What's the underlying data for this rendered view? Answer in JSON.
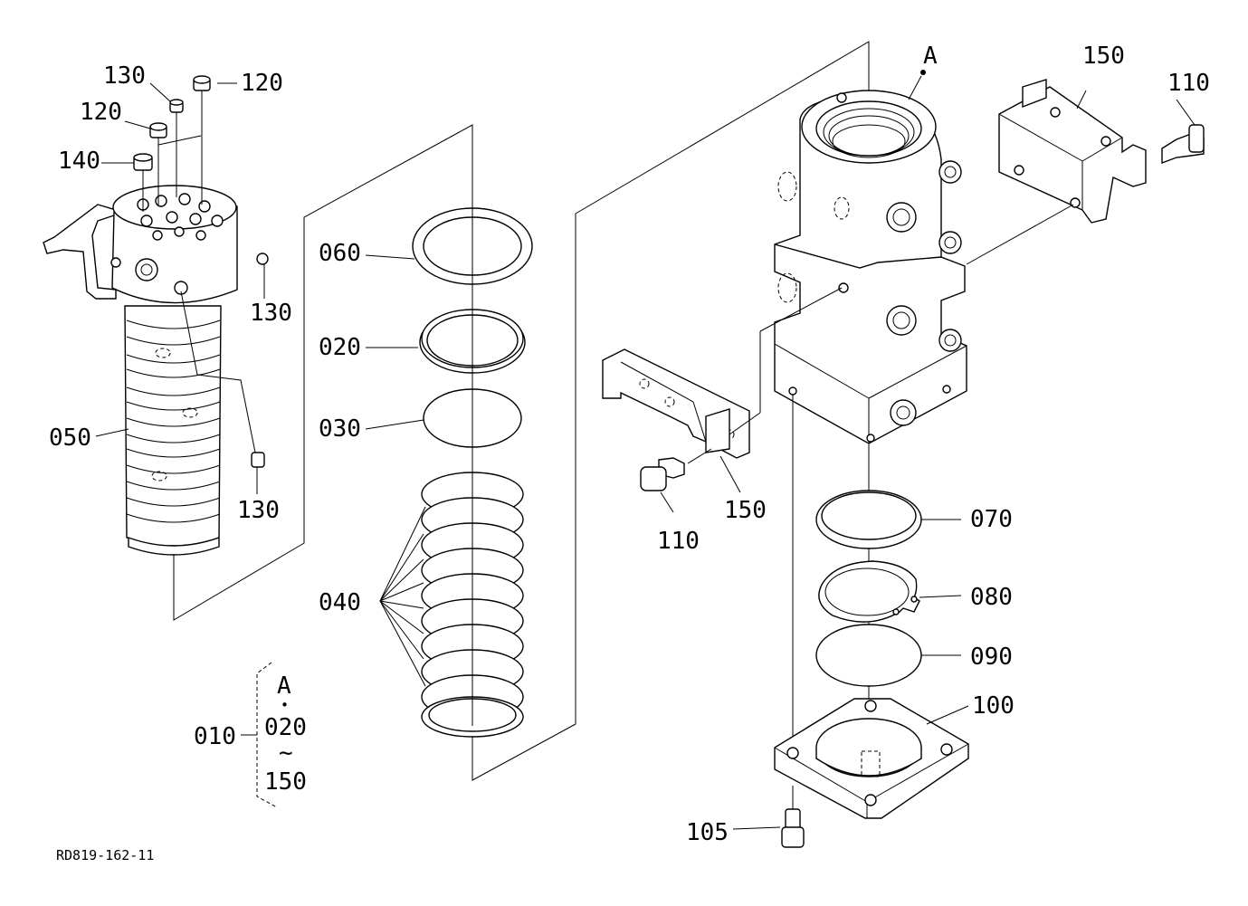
{
  "drawing_id": "RD819-162-11",
  "marker_a": "A",
  "labels": {
    "p130_top": "130",
    "p120_top": "120",
    "p120_left": "120",
    "p140": "140",
    "p130_side": "130",
    "p050": "050",
    "p130_bottom": "130",
    "p060": "060",
    "p020": "020",
    "p030": "030",
    "p040": "040",
    "p150_top": "150",
    "p110_top": "110",
    "p110_mid": "110",
    "p150_mid": "150",
    "p070": "070",
    "p080": "080",
    "p090": "090",
    "p100": "100",
    "p105": "105"
  },
  "assembly_note": {
    "part": "010",
    "ref_a": "A",
    "dot": "•",
    "from": "020",
    "tilde": "~",
    "to": "150"
  }
}
